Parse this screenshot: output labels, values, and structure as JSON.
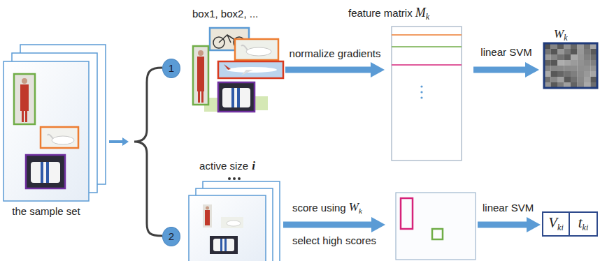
{
  "diagram": {
    "nodes": [
      {
        "text": [
          "the sample set"
        ]
      },
      {
        "text": [
          "1"
        ]
      },
      {
        "text": [
          "box1, box2, ..."
        ]
      },
      {
        "text": [
          "feature matrix",
          "M",
          "k"
        ]
      },
      {
        "text": [
          "W",
          "k"
        ]
      },
      {
        "text": [
          "2"
        ]
      },
      {
        "text": [
          "active size",
          "i"
        ]
      },
      {
        "text": [
          "V",
          "ki"
        ]
      },
      {
        "text": [
          "t",
          "ki"
        ]
      }
    ],
    "edges": [
      {
        "from": 2,
        "to": 3,
        "arrow": "to",
        "label": "normalize gradients"
      },
      {
        "from": 3,
        "to": 4,
        "arrow": "to",
        "label": "linear SVM"
      }
    ],
    "labels": [
      "score using",
      "W",
      "k",
      "select high scores",
      "linear SVM"
    ]
  }
}
